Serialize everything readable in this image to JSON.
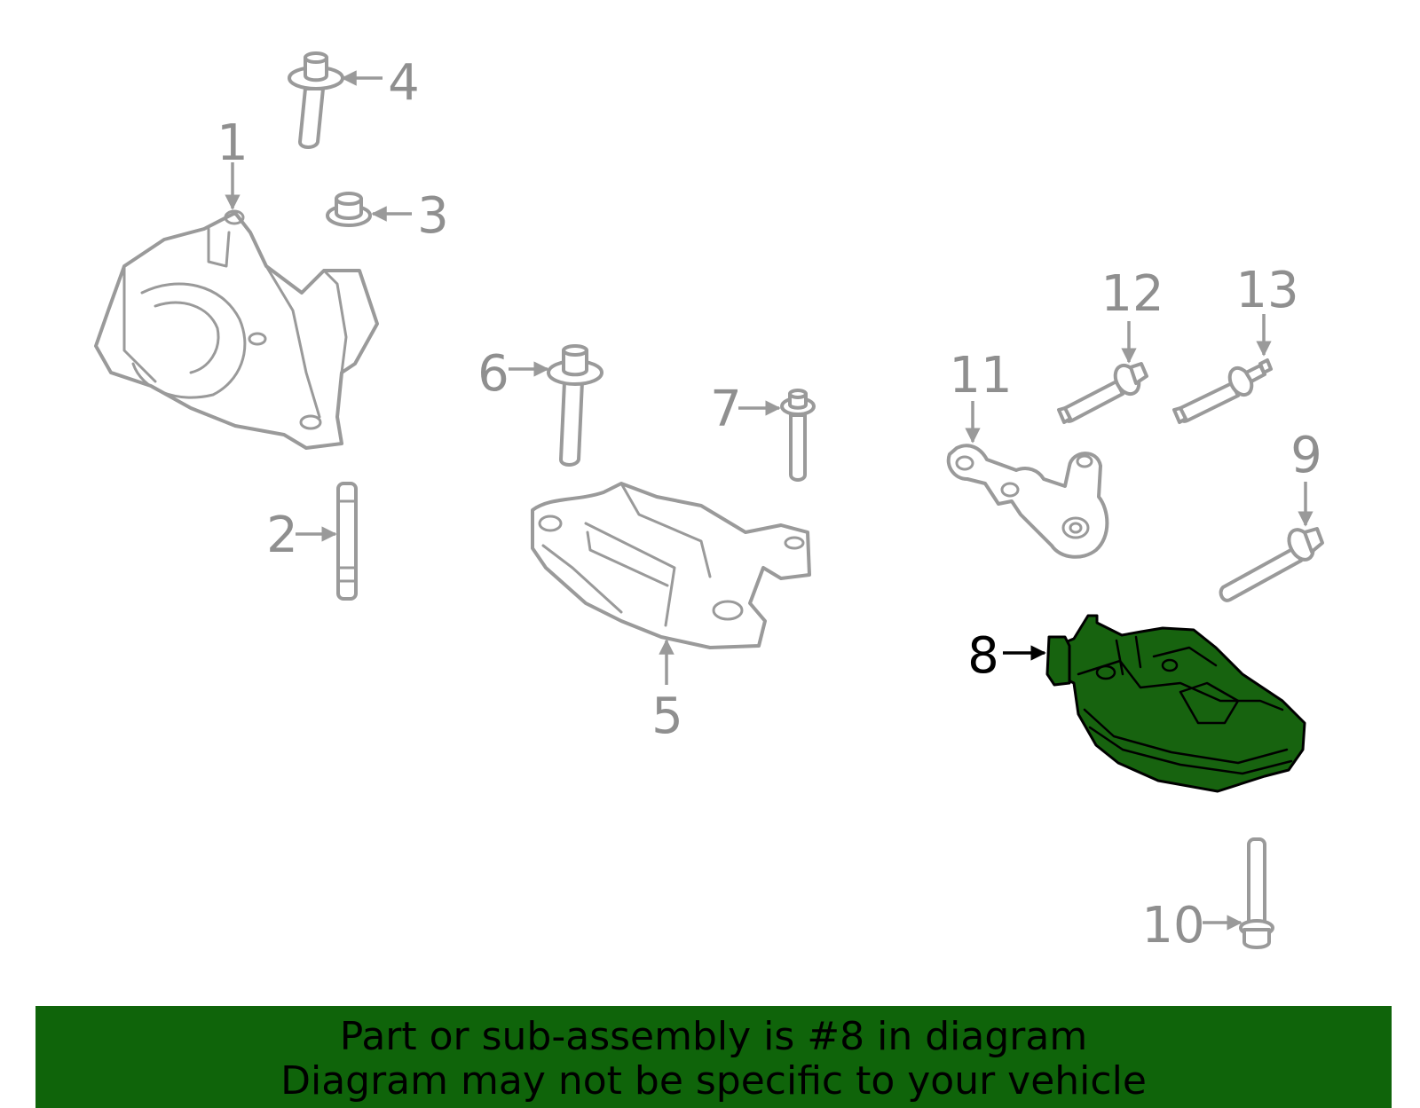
{
  "diagram": {
    "callouts": [
      "1",
      "2",
      "3",
      "4",
      "5",
      "6",
      "7",
      "8",
      "9",
      "10",
      "11",
      "12",
      "13"
    ],
    "highlighted_callout": "8",
    "highlight_color": "#17630f",
    "part_outline_color": "#9a9a9a"
  },
  "banner": {
    "line1": "Part or sub-assembly is #8 in diagram",
    "line2": "Diagram may not be specific to your vehicle",
    "background_color": "#0f640a"
  }
}
